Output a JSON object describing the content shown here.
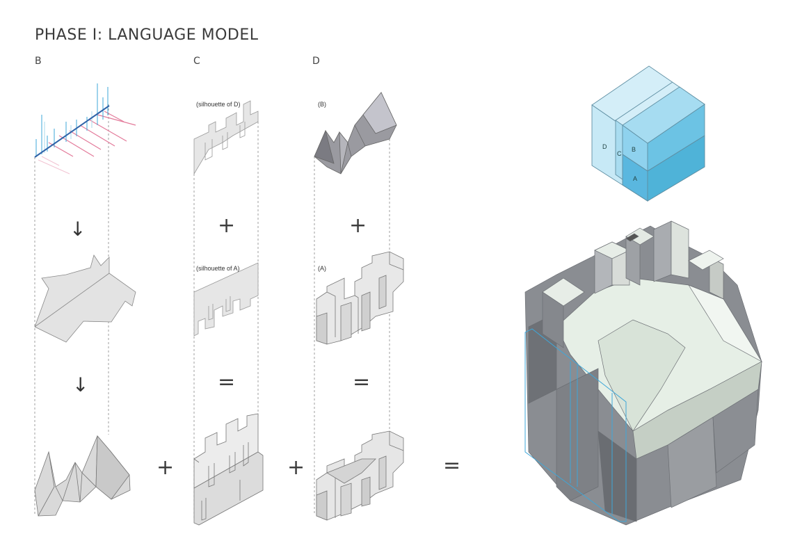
{
  "title": "PHASE I: LANGUAGE MODEL",
  "columns": {
    "b": "B",
    "c": "C",
    "d": "D"
  },
  "notes": {
    "silhouette_d": "(silhouette of  D)",
    "silhouette_a": "(silhouette of  A)",
    "part_b": "(B)",
    "part_a": "(A)"
  },
  "operators": {
    "plus": "+",
    "equals": "=",
    "arrow_down": "↓"
  },
  "cube_labels": {
    "a": "A",
    "b": "B",
    "c": "C",
    "d": "D"
  },
  "colors": {
    "cube_light": "#c8e9f5",
    "cube_mid": "#86cfe9",
    "cube_dark": "#4fb3d8",
    "cube_edge": "#5f8fa3",
    "gray_panel": "#e2e2e2",
    "gray_dark": "#7d8085",
    "mint": "#e6f0e6",
    "red_line": "#e37a9a",
    "blue_line": "#3ea7d9"
  }
}
